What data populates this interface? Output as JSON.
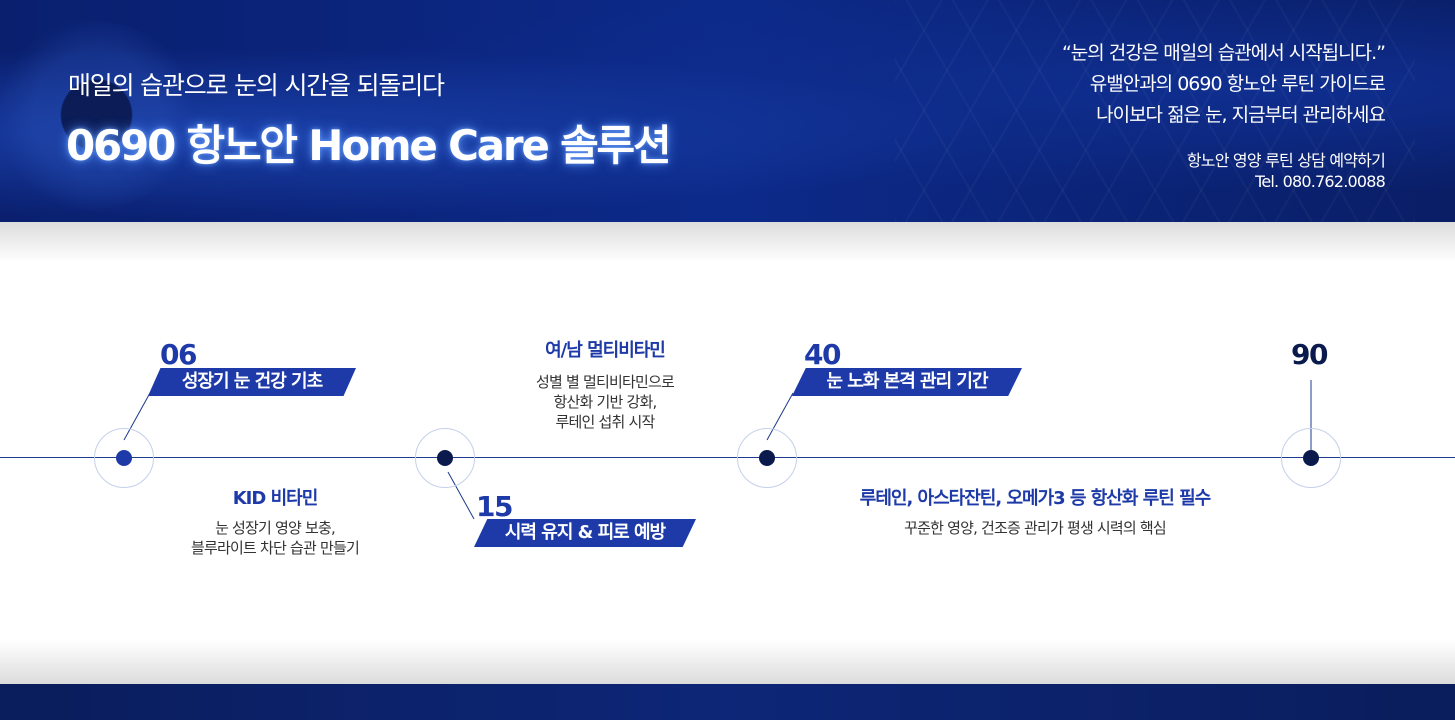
{
  "header": {
    "subtitle": "매일의 습관으로 눈의 시간을 되돌리다",
    "title": "0690 항노안 Home Care 솔루션",
    "quote_line1": "“눈의 건강은 매일의 습관에서 시작됩니다.”",
    "quote_line2": "유밸안과의 0690 항노안 루틴 가이드로",
    "quote_line3": "나이보다 젊은 눈, 지금부터 관리하세요",
    "booking": "항노안 영양 루틴 상담 예약하기",
    "phone": "Tel. 080.762.0088"
  },
  "timeline": [
    {
      "age": "06",
      "tag": "성장기 눈 건강 기초",
      "head": "KID 비타민",
      "desc1": "눈 성장기 영양 보충,",
      "desc2": "블루라이트 차단 습관 만들기"
    },
    {
      "age": "15",
      "tag": "시력 유지 & 피로 예방",
      "head": "여/남 멀티비타민",
      "desc1": "성별 별 멀티비타민으로",
      "desc2": "항산화 기반 강화,",
      "desc3": "루테인 섭취 시작"
    },
    {
      "age": "40",
      "tag": "눈 노화 본격 관리 기간",
      "head": "루테인, 아스타잔틴, 오메가3 등 항산화 루틴 필수",
      "desc1": "꾸준한 영양, 건조증 관리가 평생 시력의 핵심"
    },
    {
      "age": "90"
    }
  ],
  "colors": {
    "navy": "#0b2275",
    "accent": "#1d3aa8",
    "dark_dot": "#0a1a4d"
  }
}
